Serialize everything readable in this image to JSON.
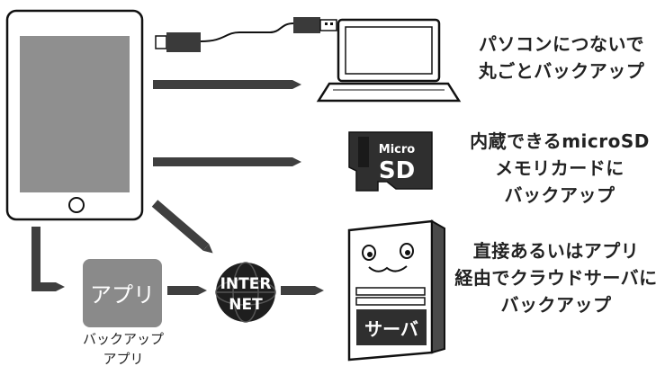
{
  "captions": {
    "laptop": [
      "パソコンにつないで",
      "丸ごとバックアップ"
    ],
    "sdcard": [
      "内蔵できるmicroSD",
      "メモリカードに",
      "バックアップ"
    ],
    "server": [
      "直接あるいはアプリ",
      "経由でクラウドサーバに",
      "バックアップ"
    ]
  },
  "app": {
    "icon_text": "アプリ",
    "label": [
      "バックアップ",
      "アプリ"
    ]
  },
  "internet": {
    "line1": "INTER",
    "line2": "NET"
  },
  "sdcard": {
    "line1": "Micro",
    "line2": "SD"
  },
  "server": {
    "label": "サーバ"
  },
  "colors": {
    "arrow": "#3f3f3f",
    "tablet_screen": "#8f8f8f",
    "app_icon": "#8a8a8a",
    "outline": "#111111"
  }
}
